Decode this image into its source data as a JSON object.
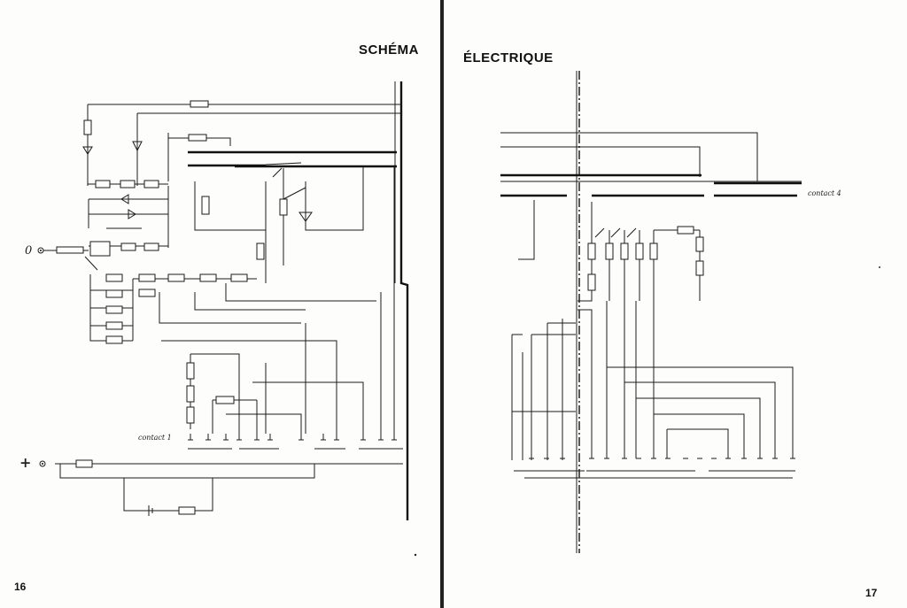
{
  "header": {
    "title_left": "SCHÉMA",
    "title_right": "ÉLECTRIQUE"
  },
  "footer": {
    "page_left": "16",
    "page_right": "17"
  },
  "labels": {
    "zero": "0",
    "plus": "+",
    "contact1": "contact 1",
    "contact4": "contact 4"
  }
}
